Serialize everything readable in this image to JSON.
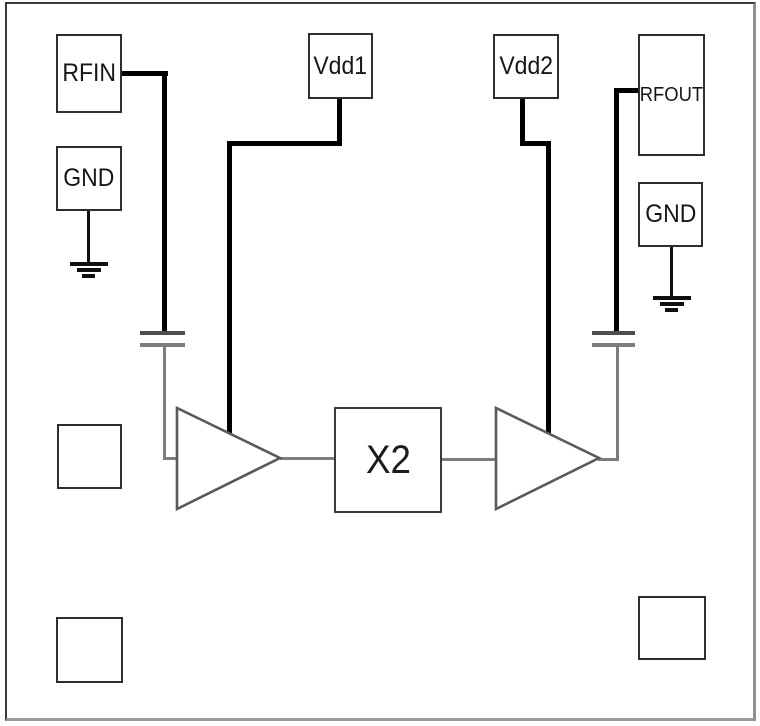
{
  "diagram": {
    "pads": {
      "rfin": "RFIN",
      "gnd_left": "GND",
      "vdd1": "Vdd1",
      "vdd2": "Vdd2",
      "rfout": "RFOUT",
      "gnd_right": "GND"
    },
    "blocks": {
      "multiplier_label": "X2"
    },
    "icons": {
      "amplifier_1": "amplifier-triangle",
      "amplifier_2": "amplifier-triangle",
      "capacitor_in": "dc-block-capacitor",
      "capacitor_out": "dc-block-capacitor",
      "ground_left": "earth-ground",
      "ground_right": "earth-ground"
    },
    "colors": {
      "background": "#ffffff",
      "wire_thick": "#000000",
      "wire_thin": "#7d7d7d",
      "outline": "#2e2e2e",
      "chip_border": "#3a3a3a",
      "chip_shadow": "#9a9a9a"
    }
  }
}
